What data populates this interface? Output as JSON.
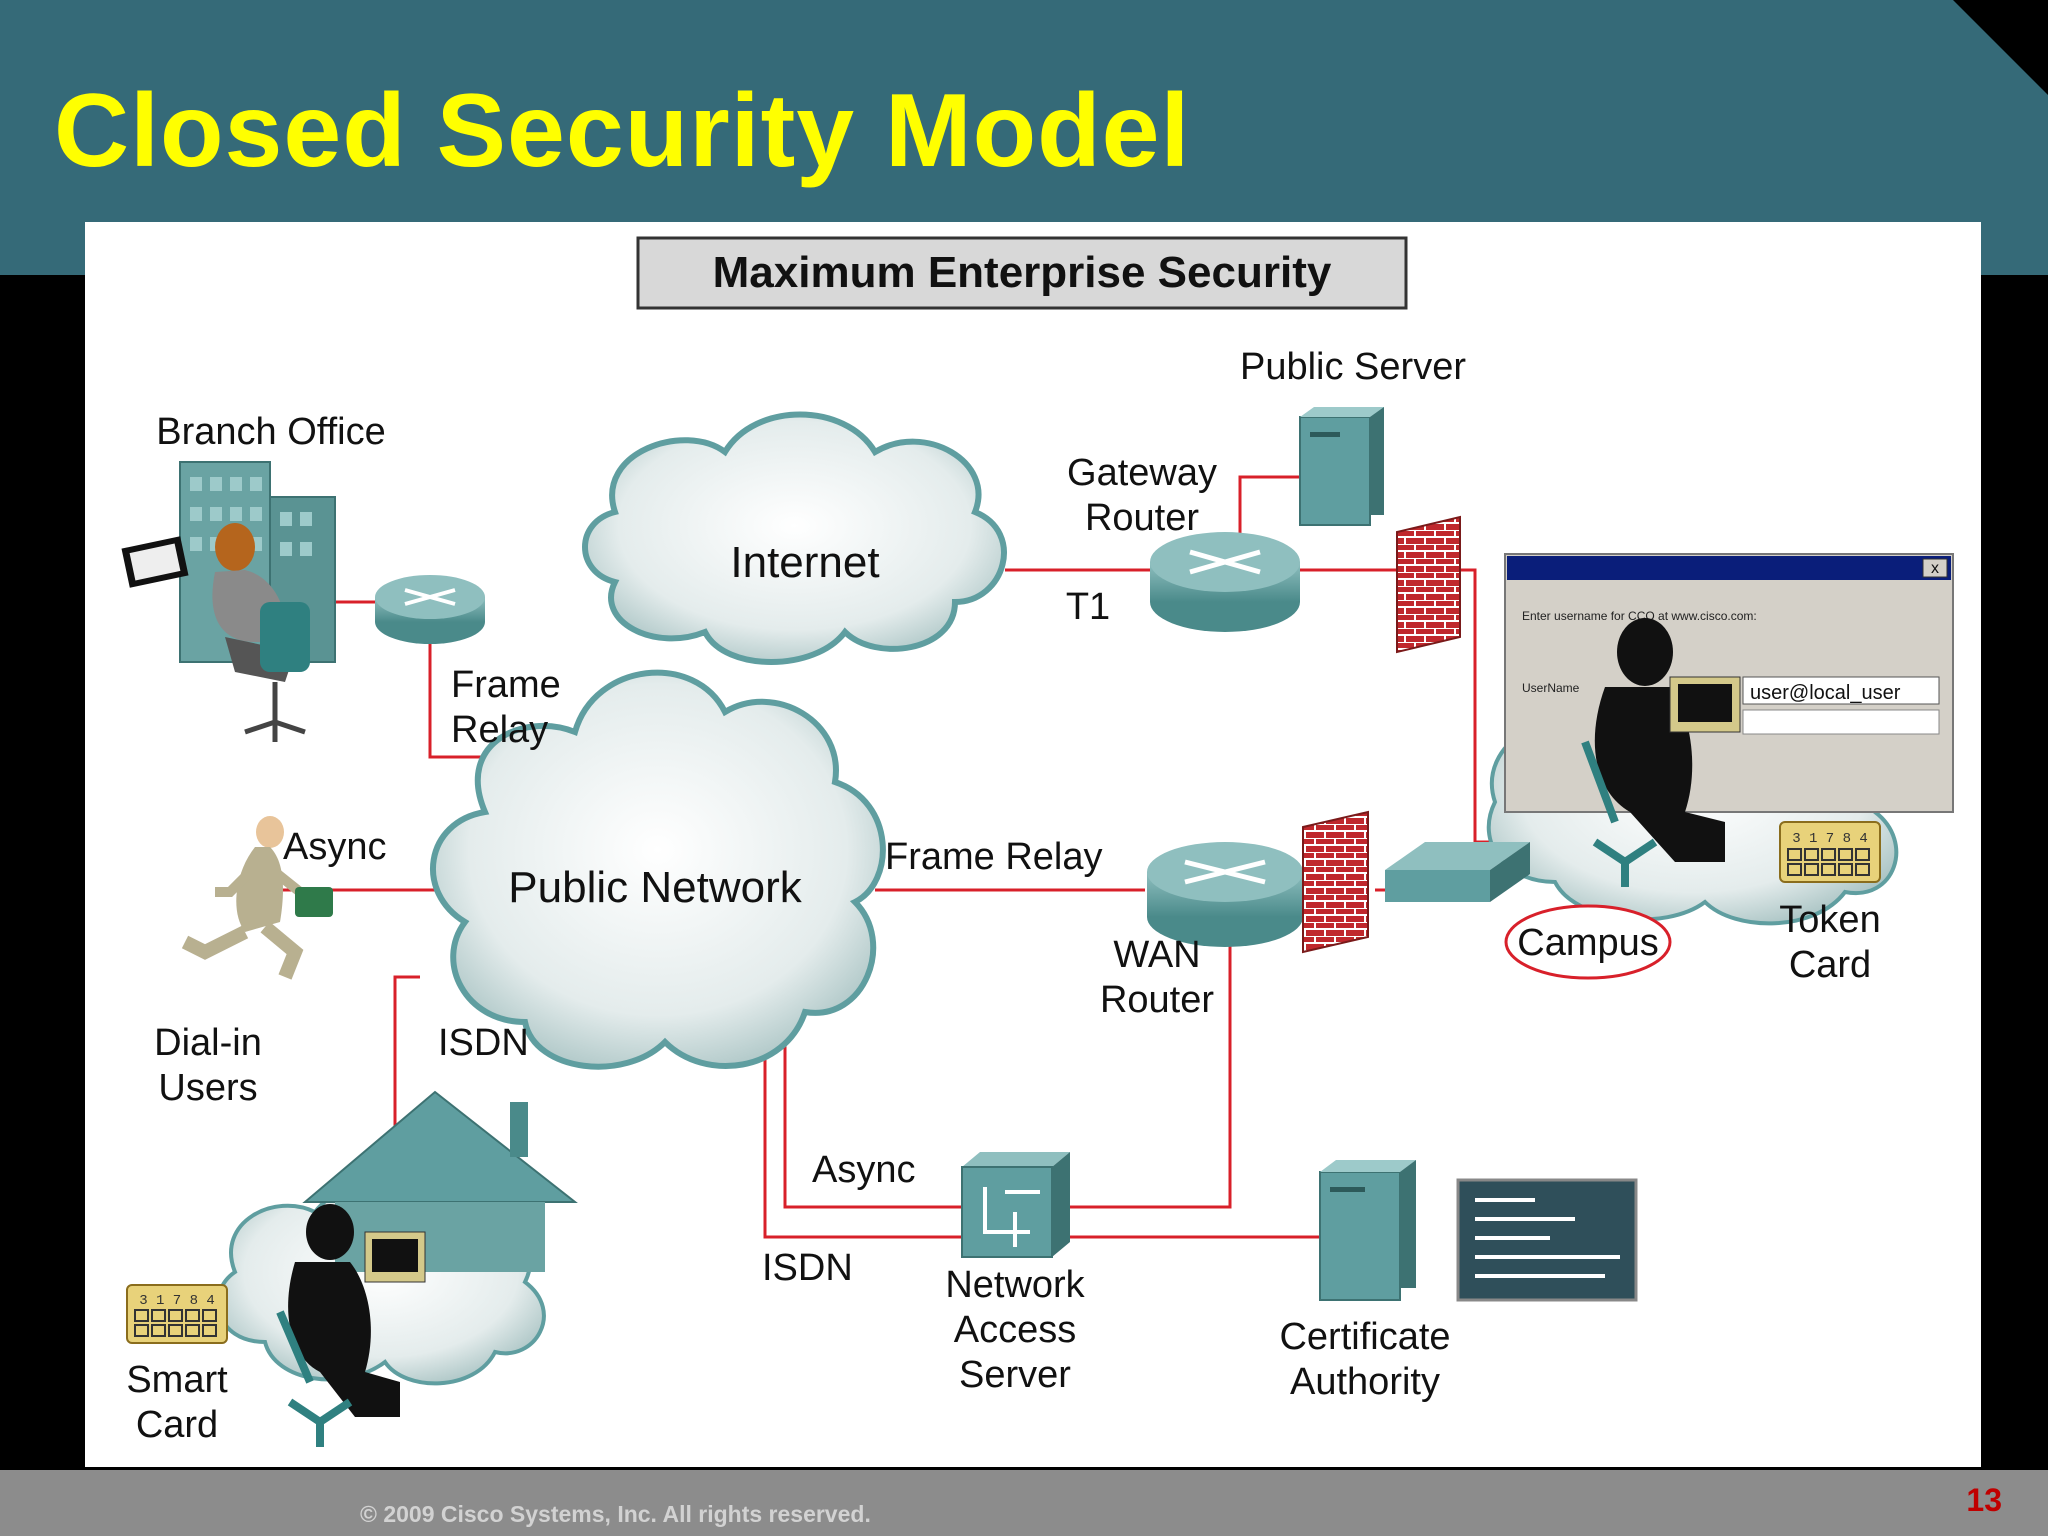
{
  "slide": {
    "title": "Closed Security Model",
    "copyright": "© 2009 Cisco Systems, Inc. All rights reserved.",
    "page_number": "13"
  },
  "diagram": {
    "banner": "Maximum Enterprise Security",
    "labels": {
      "public_server": "Public Server",
      "branch_office": "Branch Office",
      "gateway_router_1": "Gateway",
      "gateway_router_2": "Router",
      "internet": "Internet",
      "t1": "T1",
      "frame_relay_1a": "Frame",
      "frame_relay_1b": "Relay",
      "async_1": "Async",
      "public_network": "Public Network",
      "frame_relay_2": "Frame Relay",
      "wan_router_1": "WAN",
      "wan_router_2": "Router",
      "campus": "Campus",
      "token_card_1": "Token",
      "token_card_2": "Card",
      "dialin_users_1": "Dial-in",
      "dialin_users_2": "Users",
      "isdn_1": "ISDN",
      "async_2": "Async",
      "isdn_2": "ISDN",
      "nas_1": "Network",
      "nas_2": "Access",
      "nas_3": "Server",
      "ca_1": "Certificate",
      "ca_2": "Authority",
      "smart_card_1": "Smart",
      "smart_card_2": "Card",
      "token_digits": "3 1 7 8 4"
    },
    "login_window": {
      "prompt": "Enter username for CCO at www.cisco.com:",
      "field_label": "UserName",
      "username": "user@local_user",
      "close": "x"
    },
    "colors": {
      "links": "#d8202a",
      "device": "#5f9ea0",
      "firewall": "#c0282d",
      "header": "#356a78",
      "title": "#ffff00"
    }
  }
}
